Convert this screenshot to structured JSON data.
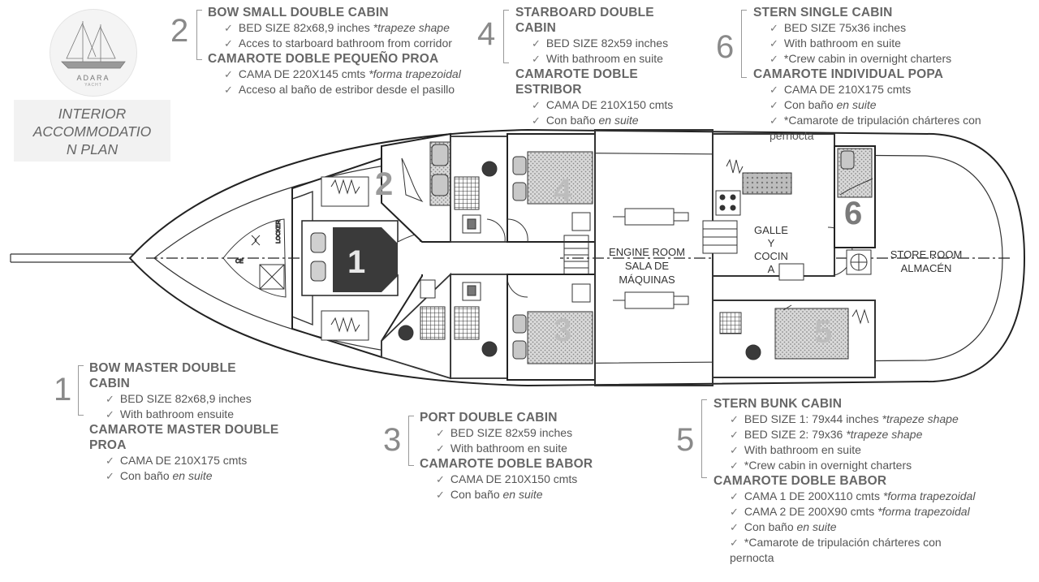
{
  "logo": {
    "name": "ADARA",
    "sub": "YACHT"
  },
  "title": "INTERIOR ACCOMMODATIO\nN PLAN",
  "title_lines": [
    "INTERIOR",
    "ACCOMMODATIO",
    "N PLAN"
  ],
  "plan_labels": {
    "engine_room": [
      "ENGINE ROOM",
      "SALA DE",
      "MÁQUINAS"
    ],
    "galley": [
      "GALLE",
      "Y",
      "COCIN",
      "A"
    ],
    "store_room": [
      "STORE ROOM",
      "ALMACÉN"
    ],
    "cabin_numbers": [
      "1",
      "2",
      "3",
      "4",
      "5",
      "6"
    ]
  },
  "cabins": [
    {
      "number": "2",
      "title_en": "BOW SMALL DOUBLE CABIN",
      "items_en": [
        "BED SIZE 82x68,9 inches ",
        "Acces to starboard bathroom from corridor"
      ],
      "items_en_em": [
        "*trapeze shape",
        ""
      ],
      "title_es": "CAMAROTE DOBLE PEQUEÑO PROA",
      "items_es": [
        "CAMA DE 220X145 cmts  ",
        "Acceso al baño de estribor desde el pasillo"
      ],
      "items_es_em": [
        "*forma trapezoidal",
        ""
      ]
    },
    {
      "number": "4",
      "title_en": "STARBOARD DOUBLE CABIN",
      "items_en": [
        "BED SIZE 82x59 inches",
        "With bathroom en suite"
      ],
      "title_es": "CAMAROTE DOBLE ESTRIBOR",
      "items_es": [
        "CAMA DE 210X150 cmts",
        "Con baño "
      ],
      "items_es_em": [
        "",
        "en suite"
      ]
    },
    {
      "number": "6",
      "title_en": "STERN SINGLE CABIN",
      "items_en": [
        "BED SIZE 75x36 inches",
        "With bathroom en suite",
        "*Crew cabin in overnight charters"
      ],
      "title_es": "CAMAROTE INDIVIDUAL POPA",
      "items_es": [
        "CAMA DE 210X175 cmts",
        "Con baño ",
        "*Camarote de tripulación chárteres con pernocta"
      ],
      "items_es_em": [
        "",
        "en suite",
        ""
      ]
    },
    {
      "number": "1",
      "title_en": "BOW MASTER DOUBLE CABIN",
      "items_en": [
        "BED SIZE 82x68,9 inches",
        "With bathroom ensuite"
      ],
      "title_es": "CAMAROTE MASTER DOUBLE PROA",
      "items_es": [
        "CAMA DE 210X175 cmts",
        "Con baño "
      ],
      "items_es_em": [
        "",
        "en suite"
      ]
    },
    {
      "number": "3",
      "title_en": "PORT DOUBLE CABIN",
      "items_en": [
        "BED SIZE 82x59 inches",
        "With bathroom en suite"
      ],
      "title_es": "CAMAROTE DOBLE BABOR",
      "items_es": [
        "CAMA DE 210X150 cmts",
        "Con baño "
      ],
      "items_es_em": [
        "",
        "en suite"
      ]
    },
    {
      "number": "5",
      "title_en": "STERN BUNK CABIN",
      "items_en": [
        "BED SIZE 1: 79x44 inches ",
        "BED SIZE 2:  79x36 ",
        "With bathroom en suite",
        "*Crew cabin in overnight charters"
      ],
      "items_en_em": [
        "*trapeze shape",
        "*trapeze shape",
        "",
        ""
      ],
      "title_es": "CAMAROTE DOBLE BABOR",
      "items_es": [
        "CAMA 1 DE 200X110 cmts ",
        "CAMA 2 DE 200X90 cmts ",
        "Con baño ",
        "*Camarote de tripulación chárteres con pernocta"
      ],
      "items_es_em": [
        "*forma trapezoidal",
        "*forma trapezoidal",
        "en suite",
        ""
      ]
    }
  ],
  "colors": {
    "line": "#333333",
    "hatch": "#8a8a8a",
    "dark_fill": "#3a3a3a",
    "text_grey": "#555555"
  }
}
